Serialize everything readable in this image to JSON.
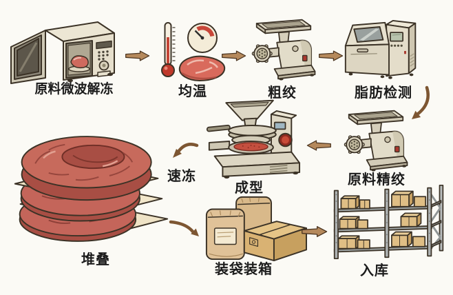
{
  "diagram": {
    "type": "process-flow",
    "description_visible_text_only": true,
    "steps": [
      {
        "label": "原料微波解冻",
        "illustration": "microwave-with-meat"
      },
      {
        "label": "均温",
        "illustration": "thermometer-gauge-and-meat"
      },
      {
        "label": "粗绞",
        "illustration": "meat-grinder"
      },
      {
        "label": "脂肪检测",
        "illustration": "fat-analyzer-machine"
      },
      {
        "label": "原料精绞",
        "illustration": "meat-grinder"
      },
      {
        "label": "成型",
        "illustration": "patty-forming-machine"
      },
      {
        "label": "速冻",
        "illustration": "curved-arrow-only"
      },
      {
        "label": "堆叠",
        "illustration": "stacked-patties-with-paper-sheets"
      },
      {
        "label": "装袋装箱",
        "illustration": "bags-and-carton-box"
      },
      {
        "label": "入库",
        "illustration": "warehouse-rack-with-boxes"
      }
    ],
    "flow_order": [
      "原料微波解冻",
      "均温",
      "粗绞",
      "脂肪检测",
      "原料精绞",
      "成型",
      "速冻",
      "堆叠",
      "装袋装箱",
      "入库"
    ],
    "colors": {
      "background": "#fbfaf5",
      "arrow_fill": "#b5895c",
      "arrow_outline": "#4a3420",
      "curved_arrow": "#7d5632",
      "label_text": "#1b1b1b",
      "meat_red": "#c4655a",
      "meat_shadow": "#a84e44",
      "thermometer_red": "#c0392b",
      "machine_beige": "#e3dcc9",
      "paper_cream": "#efe3c6",
      "bag_tan": "#d9b98a",
      "box_tan": "#d9b273",
      "rack_gray": "#aeb2b2",
      "red_button": "#b03a30"
    }
  }
}
